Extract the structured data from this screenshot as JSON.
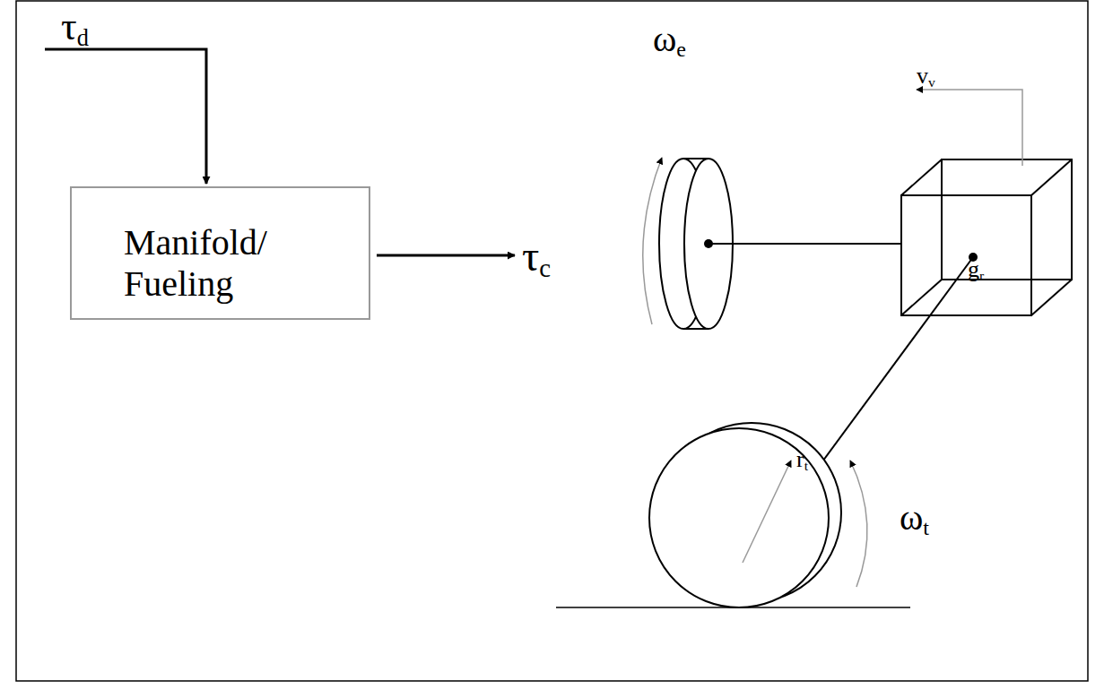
{
  "diagram": {
    "nodes": [
      {
        "text": [
          "Manifold/ Fueling"
        ]
      },
      {
        "text": [
          "gr"
        ]
      }
    ],
    "labels": [
      "τd",
      "τc",
      "ωe",
      "vv",
      "rt",
      "ωt"
    ]
  }
}
